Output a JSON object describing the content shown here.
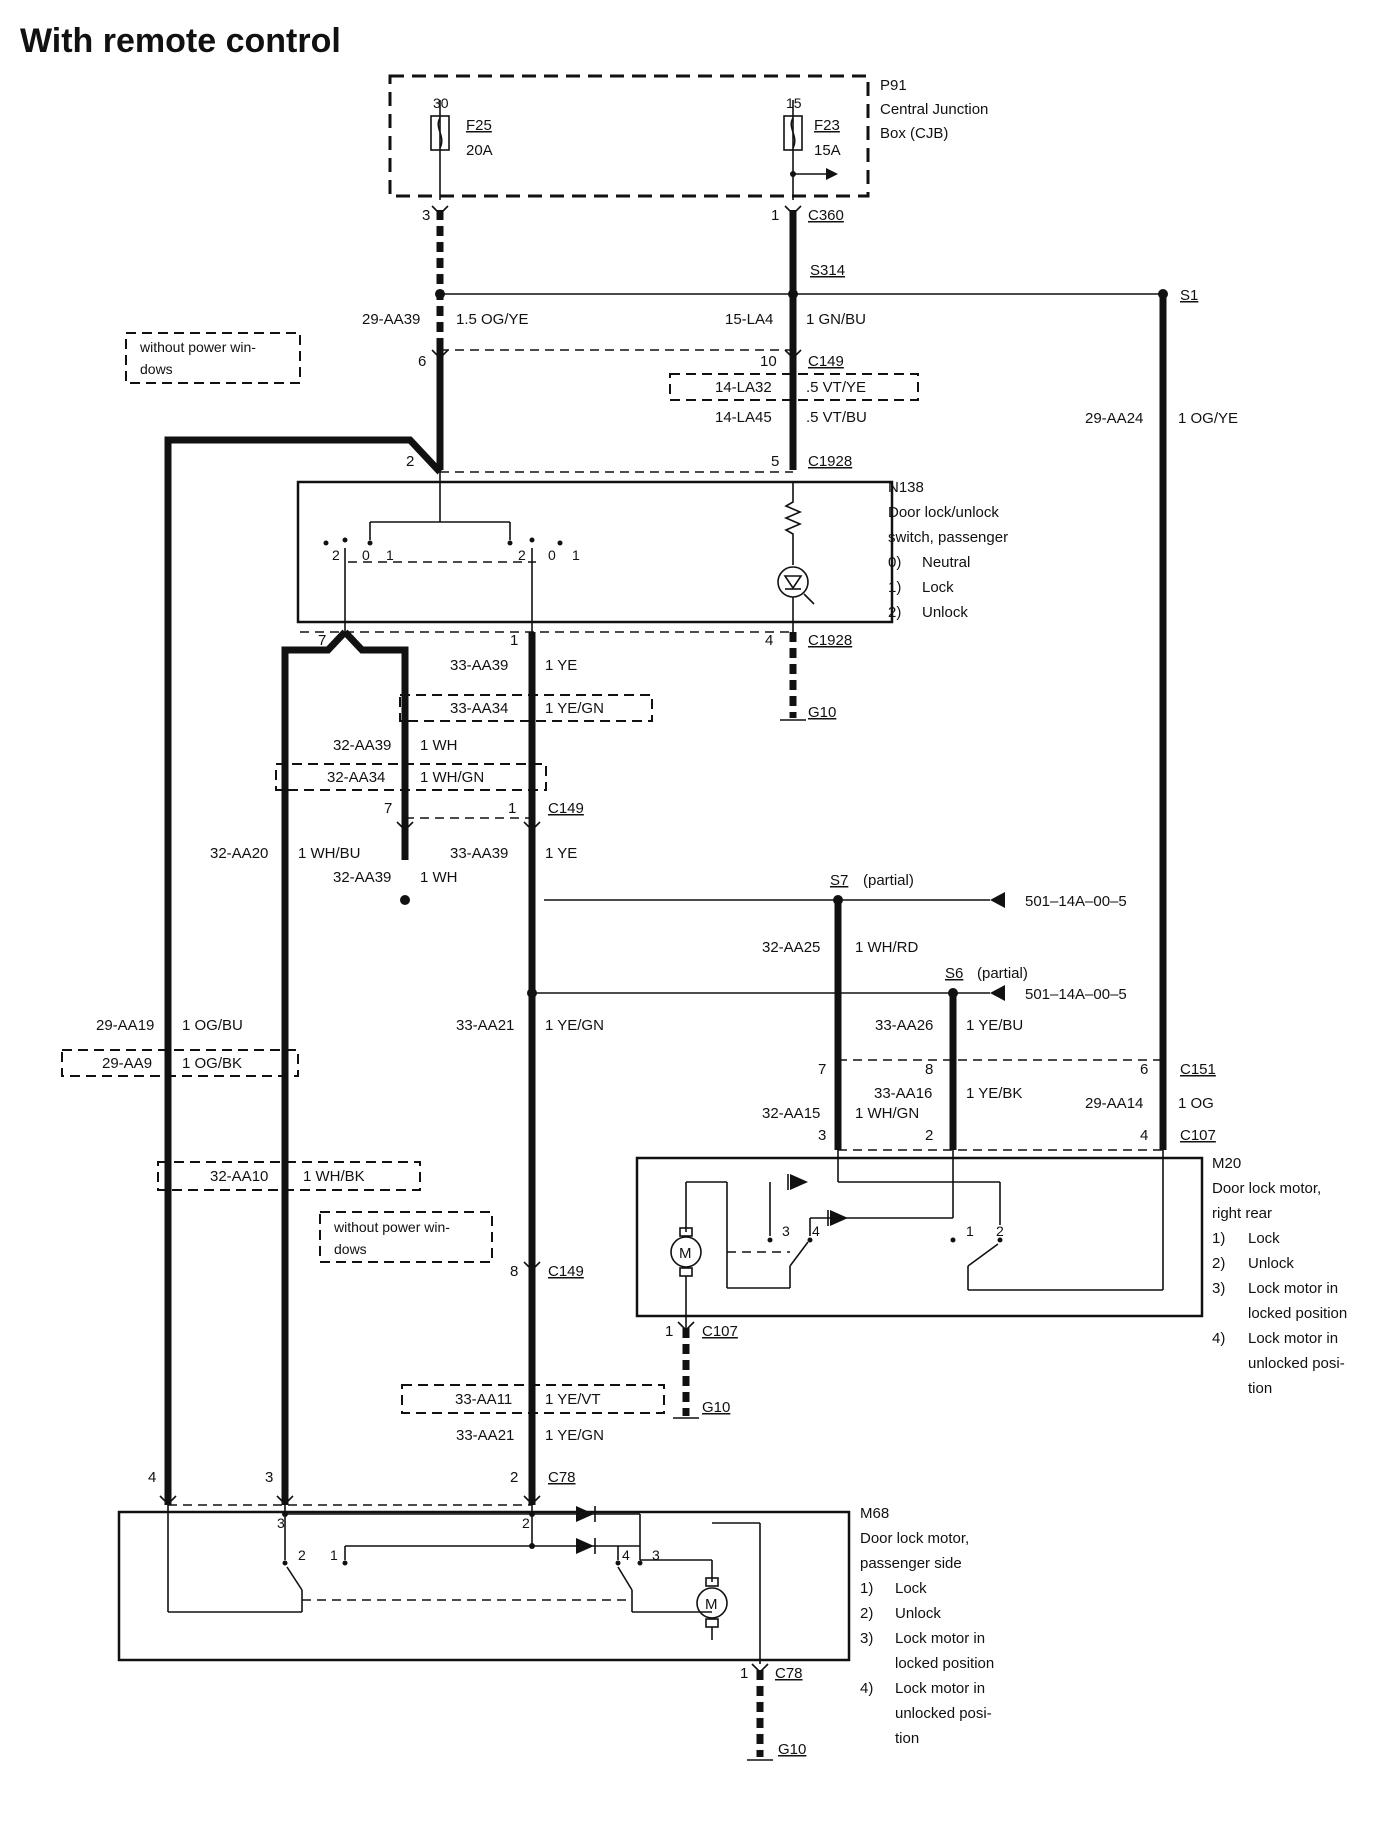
{
  "title": "With remote control",
  "p91": {
    "id": "P91",
    "line1": "Central Junction",
    "line2": "Box (CJB)"
  },
  "fuses": [
    {
      "pin": "30",
      "id": "F25",
      "rating": "20A"
    },
    {
      "pin": "15",
      "id": "F23",
      "rating": "15A"
    }
  ],
  "connectors": {
    "c360": "C360",
    "s314": "S314",
    "s1": "S1",
    "c149": "C149",
    "c1928": "C1928",
    "c151": "C151",
    "c107": "C107",
    "c78": "C78",
    "g10": "G10",
    "s7": "S7",
    "s6": "S6",
    "partial": "(partial)",
    "ref": "501–14A–00–5"
  },
  "pins": {
    "p3": "3",
    "p1": "1",
    "p6": "6",
    "p10": "10",
    "p2": "2",
    "p5": "5",
    "p7": "7",
    "p4": "4",
    "p8": "8",
    "p0": "0"
  },
  "wires": {
    "w29aa39": "29-AA39",
    "w29aa39s": "1.5 OG/YE",
    "w15la4": "15-LA4",
    "w15la4s": "1 GN/BU",
    "w14la32": "14-LA32",
    "w14la32s": ".5 VT/YE",
    "w14la45": "14-LA45",
    "w14la45s": ".5 VT/BU",
    "w29aa24": "29-AA24",
    "w29aa24s": "1 OG/YE",
    "w33aa39": "33-AA39",
    "w33aa39s": "1 YE",
    "w33aa34": "33-AA34",
    "w33aa34s": "1 YE/GN",
    "w32aa39": "32-AA39",
    "w32aa39s": "1 WH",
    "w32aa34": "32-AA34",
    "w32aa34s": "1 WH/GN",
    "w32aa20": "32-AA20",
    "w32aa20s": "1 WH/BU",
    "w32aa25": "32-AA25",
    "w32aa25s": "1 WH/RD",
    "w29aa19": "29-AA19",
    "w29aa19s": "1 OG/BU",
    "w29aa9": "29-AA9",
    "w29aa9s": "1 OG/BK",
    "w33aa21": "33-AA21",
    "w33aa21s": "1 YE/GN",
    "w33aa26": "33-AA26",
    "w33aa26s": "1 YE/BU",
    "w33aa16": "33-AA16",
    "w33aa16s": "1 YE/BK",
    "w32aa15": "32-AA15",
    "w32aa15s": "1 WH/GN",
    "w29aa14": "29-AA14",
    "w29aa14s": "1 OG",
    "w32aa10": "32-AA10",
    "w32aa10s": "1 WH/BK",
    "w33aa11": "33-AA11",
    "w33aa11s": "1 YE/VT"
  },
  "notes": {
    "npw1": "without power win-",
    "npw2": "dows"
  },
  "n138": {
    "id": "N138",
    "l1": "Door lock/unlock",
    "l2": "switch, passenger",
    "i0": "0)",
    "t0": "Neutral",
    "i1": "1)",
    "t1": "Lock",
    "i2": "2)",
    "t2": "Unlock"
  },
  "m20": {
    "id": "M20",
    "l1": "Door lock motor,",
    "l2": "right rear",
    "i1": "1)",
    "t1": "Lock",
    "i2": "2)",
    "t2": "Unlock",
    "i3": "3)",
    "t3a": "Lock motor in",
    "t3b": "locked position",
    "i4": "4)",
    "t4a": "Lock motor in",
    "t4b": "unlocked posi-",
    "t4c": "tion"
  },
  "m68": {
    "id": "M68",
    "l1": "Door lock motor,",
    "l2": "passenger side",
    "i1": "1)",
    "t1": "Lock",
    "i2": "2)",
    "t2": "Unlock",
    "i3": "3)",
    "t3a": "Lock motor in",
    "t3b": "locked position",
    "i4": "4)",
    "t4a": "Lock motor in",
    "t4b": "unlocked posi-",
    "t4c": "tion"
  },
  "motor_symbol": "M"
}
